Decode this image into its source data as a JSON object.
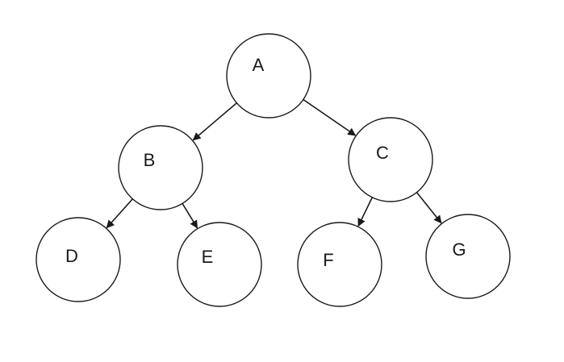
{
  "diagram": {
    "type": "binary-tree",
    "stroke_color": "#1a1a1a",
    "background_color": "#ffffff",
    "nodes": {
      "A": {
        "label": "A"
      },
      "B": {
        "label": "B"
      },
      "C": {
        "label": "C"
      },
      "D": {
        "label": "D"
      },
      "E": {
        "label": "E"
      },
      "F": {
        "label": "F"
      },
      "G": {
        "label": "G"
      }
    },
    "edges": [
      {
        "from": "A",
        "to": "B"
      },
      {
        "from": "A",
        "to": "C"
      },
      {
        "from": "B",
        "to": "D"
      },
      {
        "from": "B",
        "to": "E"
      },
      {
        "from": "C",
        "to": "F"
      },
      {
        "from": "C",
        "to": "G"
      }
    ]
  }
}
